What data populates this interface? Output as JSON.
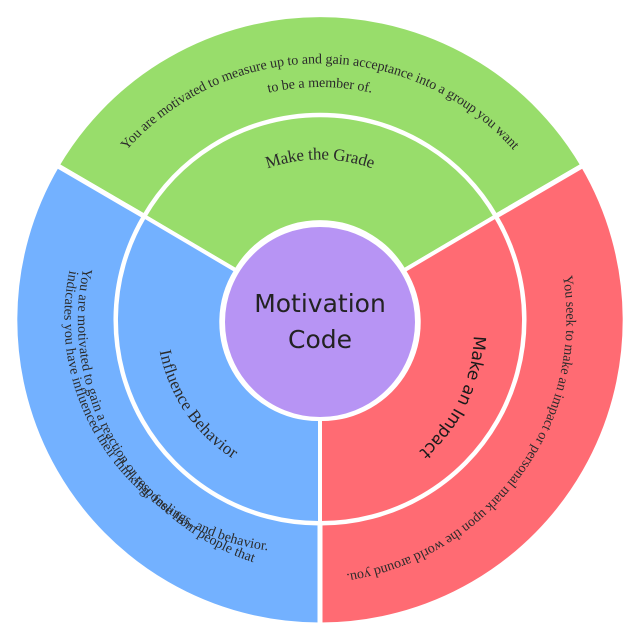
{
  "center": {
    "line1": "Motivation",
    "line2": "Code",
    "color": "#b794f4"
  },
  "segments": [
    {
      "id": "green",
      "color": "#98dd6b",
      "title": "Make the Grade",
      "description_lines": [
        "You are motivated to measure up to and gain acceptance into a group you want",
        "to be a member of."
      ]
    },
    {
      "id": "red",
      "color": "#ff6b73",
      "title": "Make an Impact",
      "description_lines": [
        "You seek to make an impact or personal mark upon the world around you."
      ]
    },
    {
      "id": "blue",
      "color": "#73b1ff",
      "title": "Influence Behavior",
      "description_lines": [
        "You are motivated to gain a reaction or response from people that",
        "indicates you have influenced their thinking, feelings, and behavior."
      ]
    }
  ]
}
